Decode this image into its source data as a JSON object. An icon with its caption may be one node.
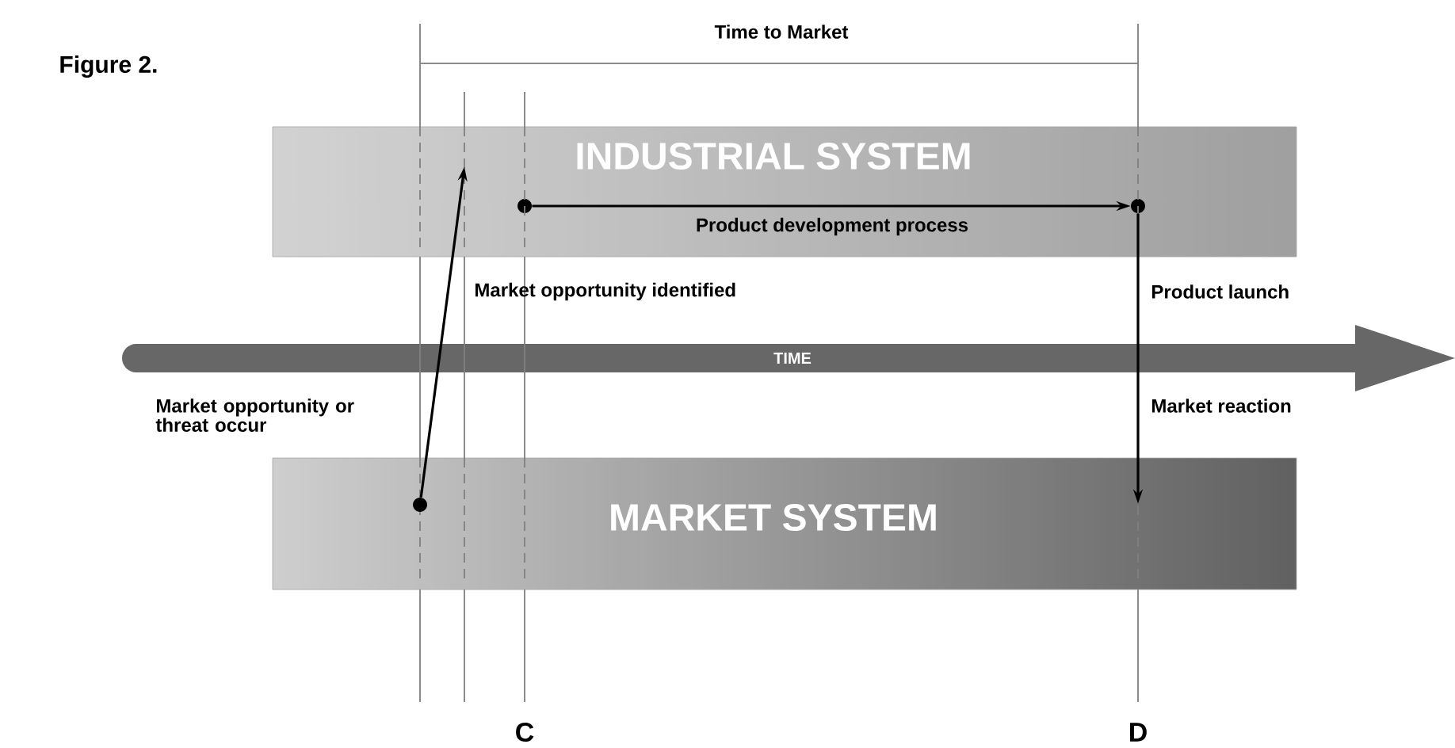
{
  "diagram": {
    "title": "Figure 2.",
    "nodes": [
      {
        "text": [
          "INDUSTRIAL SYSTEM"
        ]
      },
      {
        "text": [],
        "shape": "circle",
        "in": 0
      },
      {
        "text": [],
        "shape": "circle",
        "in": 0
      },
      {
        "text": [
          "TIME"
        ]
      },
      {
        "text": [
          "MARKET SYSTEM"
        ]
      },
      {
        "text": [],
        "shape": "circle",
        "in": 4
      }
    ],
    "edges": [
      {
        "from": 5,
        "to": 0,
        "arrow": "to"
      },
      {
        "from": 1,
        "to": 2,
        "arrow": "to",
        "label": "Product development process"
      },
      {
        "from": 2,
        "to": 4,
        "arrow": "to"
      }
    ],
    "labels": [
      "Time to Market",
      "Market opportunity identified",
      "Product launch",
      "Market opportunity or threat occur",
      "Market reaction",
      "C",
      "D"
    ]
  }
}
